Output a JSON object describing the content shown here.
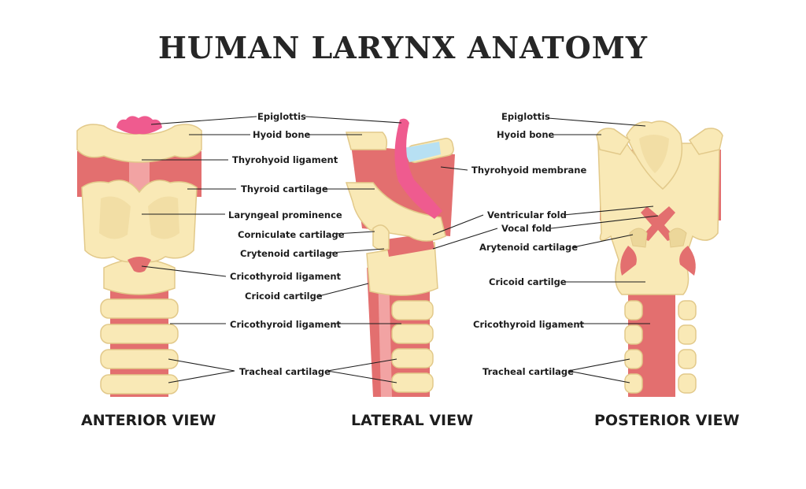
{
  "title": "HUMAN LARYNX ANATOMY",
  "colors": {
    "bone": "#f9e9b6",
    "bone_shade": "#ecd79a",
    "bone_outline": "#e2c98a",
    "muscle": "#e36f6f",
    "muscle_light": "#f2a3a3",
    "pink": "#ef5b8f",
    "membrane": "#b7e0f3",
    "line": "#1d1d1d",
    "text": "#1d1d1d"
  },
  "views": {
    "anterior": {
      "label": "ANTERIOR VIEW",
      "labels": [
        "Epiglottis",
        "Hyoid bone",
        "Thyrohyoid ligament",
        "Thyroid cartilage",
        "Laryngeal prominence",
        "Cricothyroid ligament",
        "Cricothyroid ligament",
        "Tracheal cartilage"
      ]
    },
    "lateral": {
      "label": "LATERAL VIEW",
      "labels": [
        "Thyrohyoid membrane",
        "Corniculate cartilage",
        "Crytenoid cartilage",
        "Cricoid cartilge"
      ]
    },
    "posterior": {
      "label": "POSTERIOR VIEW",
      "labels": [
        "Epiglottis",
        "Hyoid bone",
        "Ventricular fold",
        "Vocal fold",
        "Arytenoid cartilage",
        "Cricoid cartilge",
        "Cricothyroid ligament",
        "Tracheal cartilage"
      ]
    }
  }
}
